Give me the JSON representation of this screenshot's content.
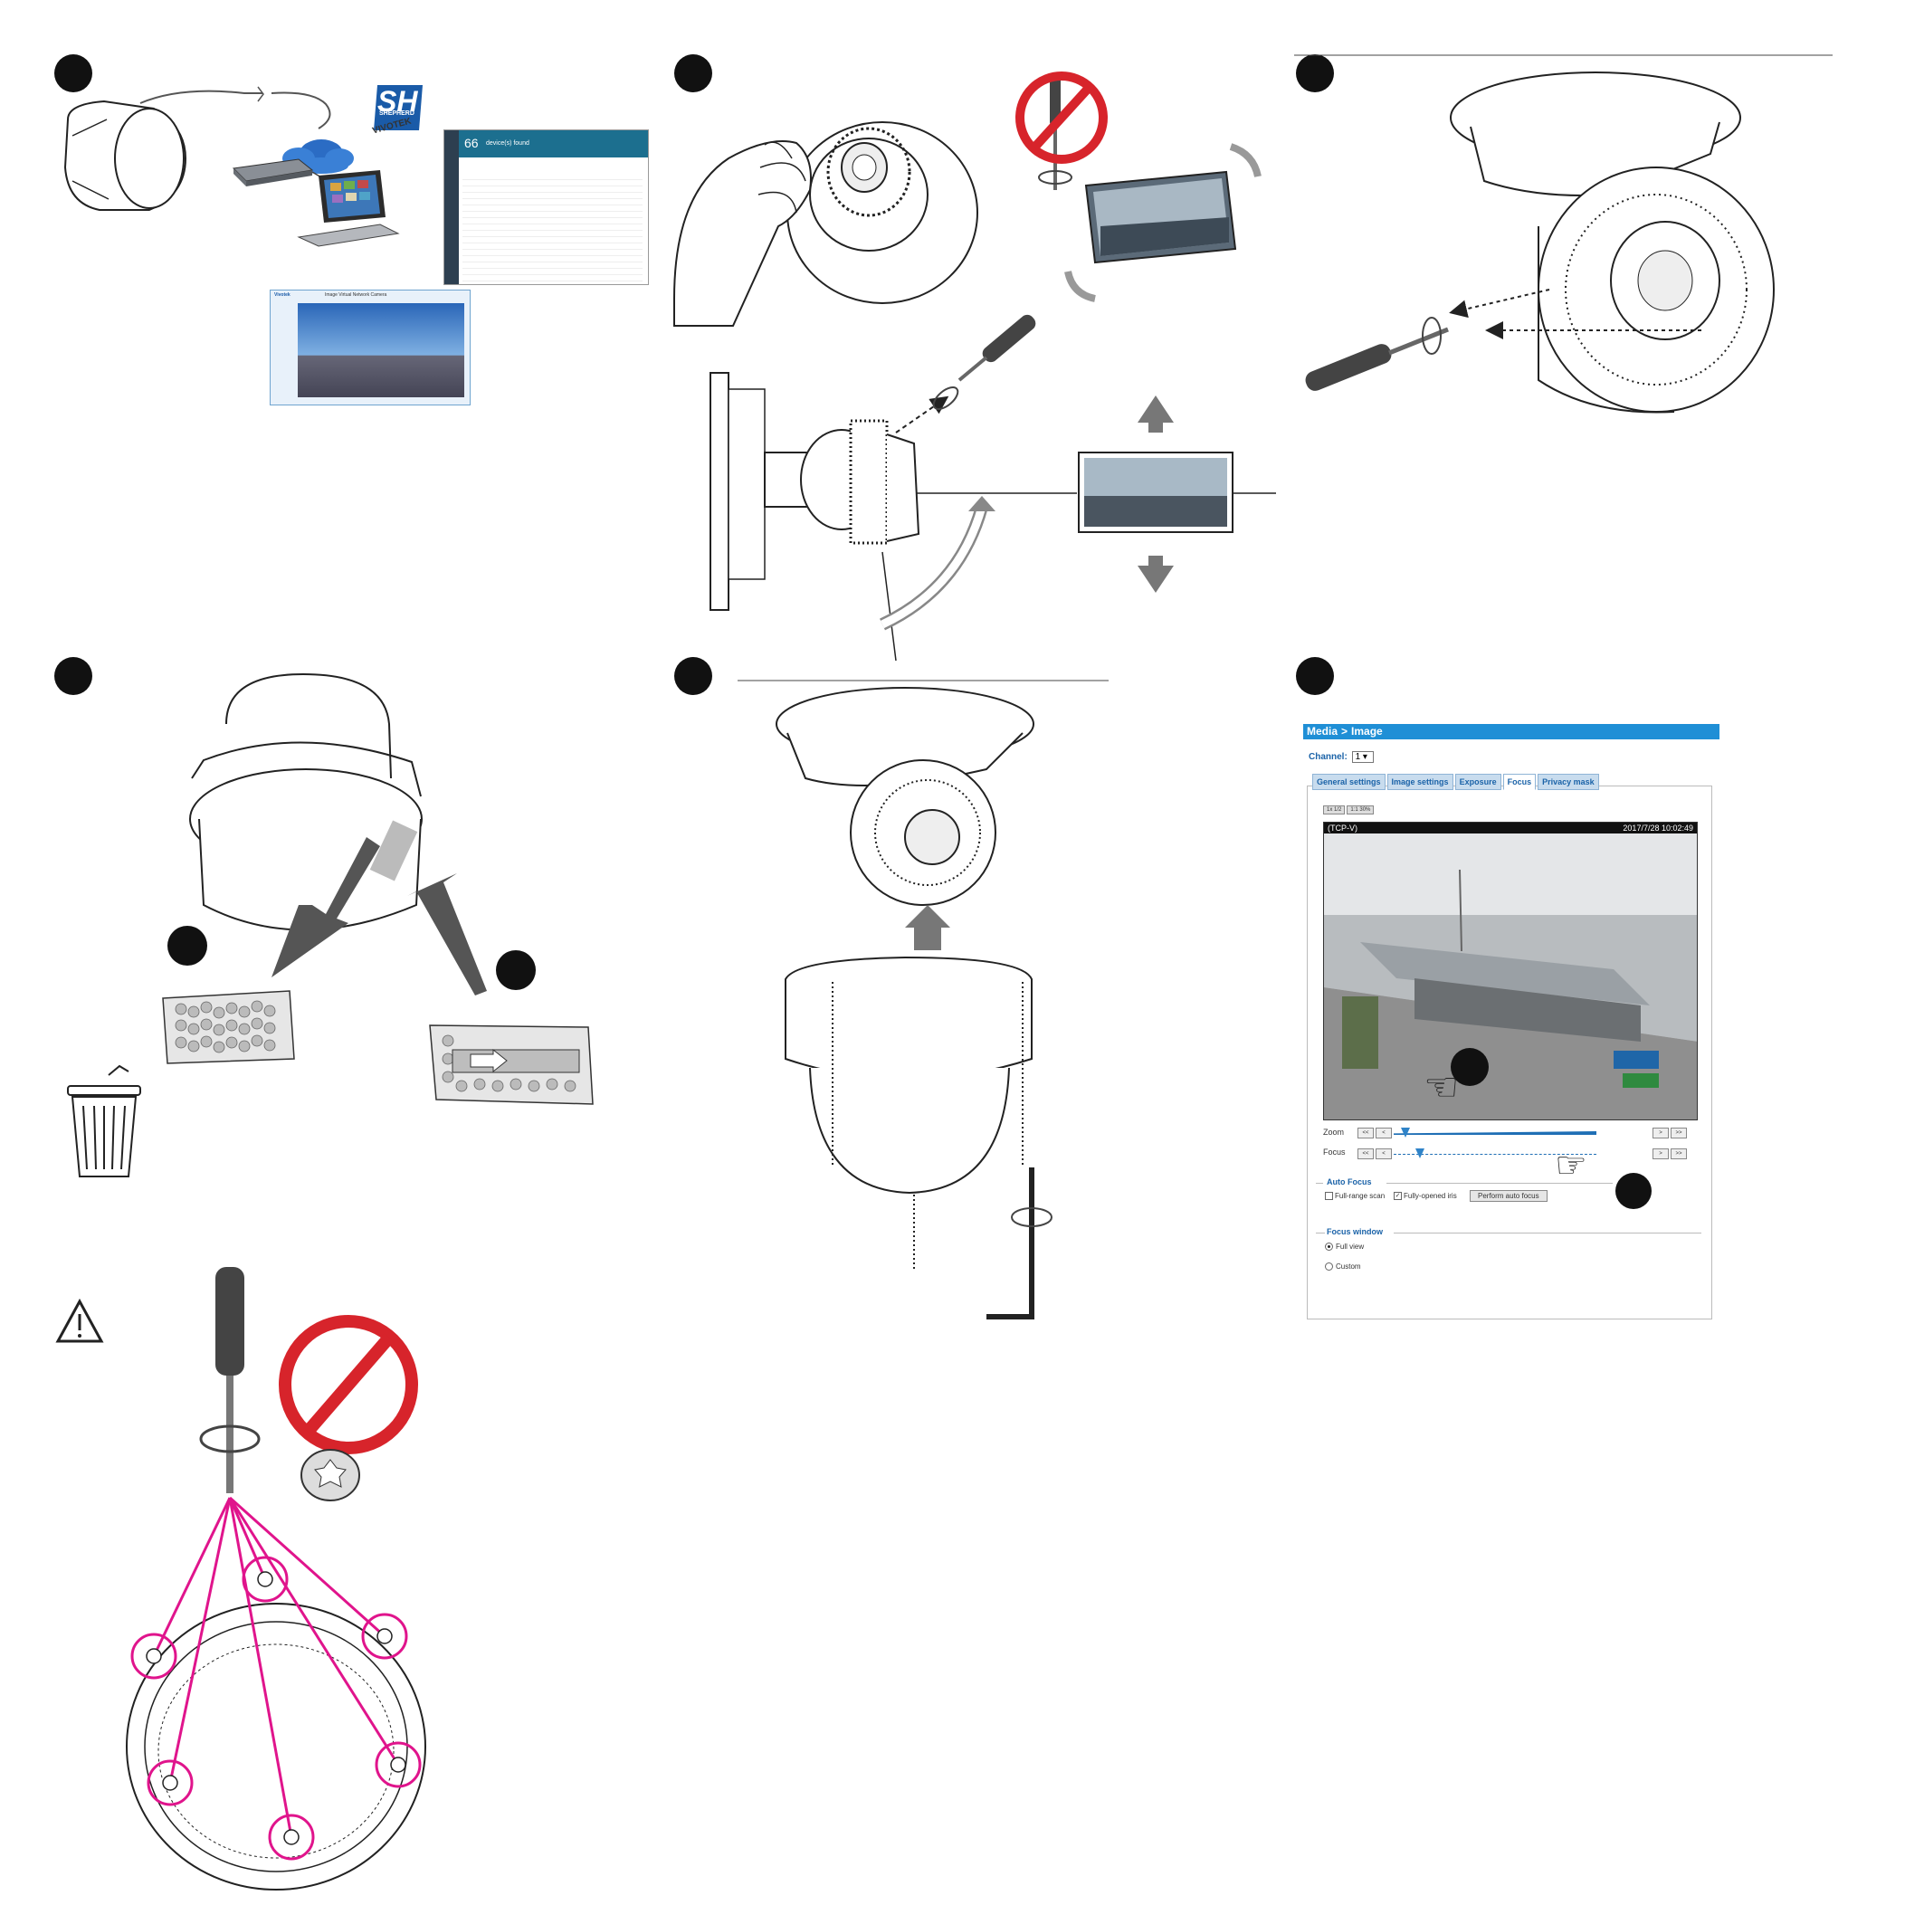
{
  "step_markers": [
    "",
    "",
    "",
    "",
    "",
    ""
  ],
  "shepherd": {
    "logo": "SH",
    "sub": "SHEPHERD",
    "brand": "VIVOTEK"
  },
  "device_app": {
    "count": "66",
    "found_label": "device(s) found"
  },
  "web_ui": {
    "brand": "Vivotek",
    "title": "Image Virtual Network Camera",
    "caption": ""
  },
  "media_image": {
    "breadcrumb_1": "Media",
    "breadcrumb_sep": ">",
    "breadcrumb_2": "Image",
    "channel_label": "Channel:",
    "channel_value": "1",
    "tabs": [
      "General settings",
      "Image settings",
      "Exposure",
      "Focus",
      "Privacy mask"
    ],
    "active_tab": "Focus",
    "view_buttons": [
      "1x 1/2",
      "1:1 30%"
    ],
    "video_label": "(TCP-V)",
    "video_timestamp": "2017/7/28 10:02:49",
    "zoom_label": "Zoom",
    "focus_label": "Focus",
    "step_buttons": [
      "<<",
      "<",
      ">",
      ">>"
    ],
    "zoom_level": 0.06,
    "focus_level": 0.13,
    "auto_focus_section": "Auto Focus",
    "full_range_scan": "Full-range scan",
    "fully_opened_iris": "Fully-opened iris",
    "full_range_checked": false,
    "iris_checked": true,
    "perform_button": "Perform auto focus",
    "focus_window_section": "Focus window",
    "full_view": "Full view",
    "custom": "Custom",
    "selected_window": "Full view"
  },
  "colors": {
    "accent": "#1f8fd6",
    "prohibit": "#d7242b",
    "highlight": "#e0148c",
    "arrow_gray": "#777777"
  },
  "icons": [
    "camera-dome-icon",
    "cloud-icon",
    "switch-icon",
    "laptop-icon",
    "screwdriver-icon",
    "prohibit-icon",
    "rotate-arrow-icon",
    "trash-can-icon",
    "warning-icon",
    "hex-key-icon",
    "pointing-hand-icon",
    "desiccant-pack-icon"
  ]
}
